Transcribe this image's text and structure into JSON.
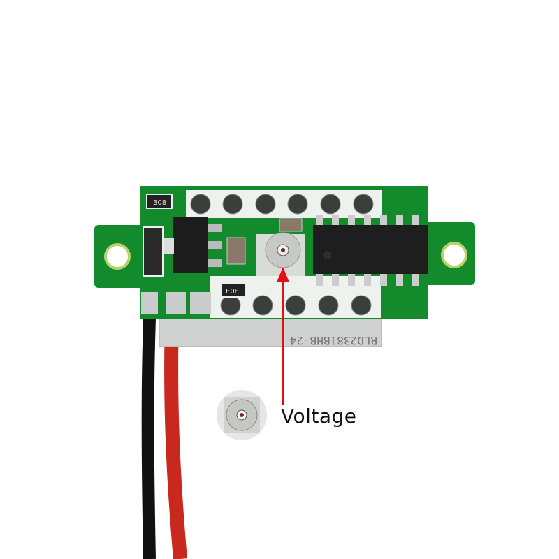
{
  "annotation": {
    "label": "Voltage",
    "arrow_color": "#e0101a"
  },
  "board": {
    "display_part_number": "RLD2381BHB-24",
    "resistor_marking_top": "308",
    "resistor_marking_bottom": "E0E",
    "pcb_color": "#138a2c"
  }
}
